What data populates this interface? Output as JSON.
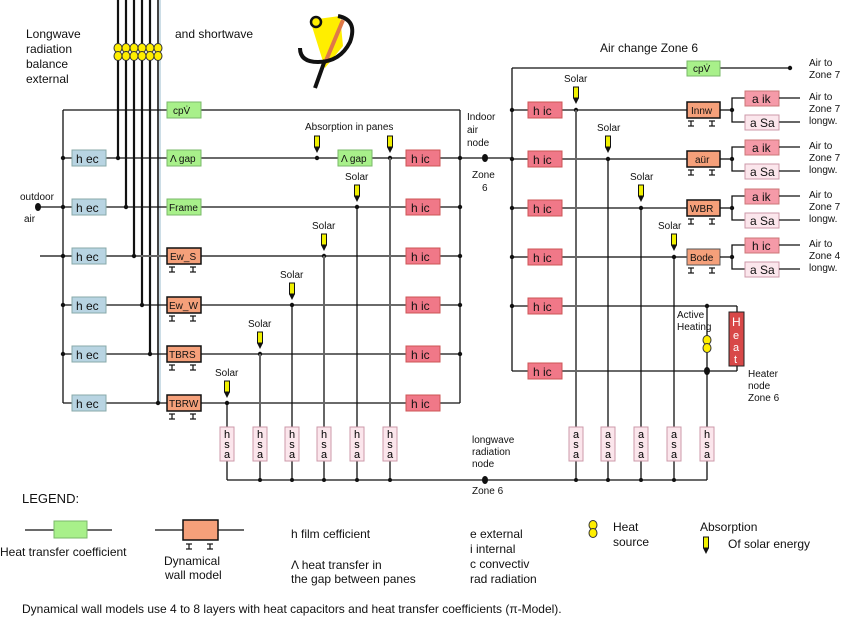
{
  "colors": {
    "heat_transfer_fill": "#a8f08a",
    "heat_transfer_stroke": "#7ab86a",
    "wall_model_fill": "#f5a07a",
    "hec_fill": "#b8d4e2",
    "hic_fill": "#f07888",
    "aik_fill": "#f59aa8",
    "asa_fill": "#fbe6ec",
    "heat_fill": "#d84848",
    "source_fill": "#ffee00",
    "solar_arrow_fill": "#f0f000"
  },
  "header": {
    "longwave_label": [
      "Longwave",
      "radiation",
      "balance",
      "external"
    ],
    "shortwave_label": "and shortwave"
  },
  "left": {
    "outdoor_air": [
      "outdoor",
      "air"
    ],
    "hec_label": "h ec",
    "heat_transfer_boxes": [
      "cpV̇",
      "Λ gap",
      "Frame"
    ],
    "wall_models": [
      "Ew_S",
      "Ew_W",
      "TBRS",
      "TBRW"
    ],
    "absorption_label": "Absorption in panes",
    "gap_inner_label": "Λ gap",
    "hic_label": "h ic",
    "solar_label": "Solar",
    "hsa_label": [
      "h",
      "s",
      "a"
    ]
  },
  "indoor_node": {
    "label": [
      "Indoor",
      "air",
      "node"
    ],
    "zone": [
      "Zone",
      "6"
    ]
  },
  "right": {
    "air_change_title": "Air change Zone 6",
    "cpv_label": "cpV̇",
    "wall_models": [
      "Innw",
      "aür",
      "WBR",
      "Bode"
    ],
    "branch_top": [
      "a ik",
      "a ik",
      "a ik",
      "h ic"
    ],
    "branch_bottom": "a Sa",
    "air_to_zone7": [
      "Air to",
      "Zone 7"
    ],
    "branch_texts": [
      [
        "Air to",
        "Zone 7",
        "longw."
      ],
      [
        "Air to",
        "Zone 7",
        "longw."
      ],
      [
        "Air to",
        "Zone 7",
        "longw."
      ],
      [
        "Air to",
        "Zone 4",
        "longw."
      ]
    ],
    "active_heating": [
      "Active",
      "Heating"
    ],
    "heat_label": [
      "H",
      "e",
      "a",
      "t"
    ],
    "heater_node": [
      "Heater",
      "node",
      "Zone 6"
    ],
    "asa_label": [
      "a",
      "s",
      "a"
    ]
  },
  "radiation_node": {
    "label": [
      "longwave",
      "radiation",
      "node"
    ],
    "zone": "Zone 6"
  },
  "legend": {
    "title": "LEGEND:",
    "heat_transfer": "Heat transfer coefficient",
    "wall_model": [
      "Dynamical",
      "wall model"
    ],
    "h_def": "h    film cefficient",
    "lambda_def": [
      "Λ    heat transfer in",
      "the gap between panes"
    ],
    "e_def": "e    external",
    "i_def": "i     internal",
    "c_def": "c    convectiv",
    "rad_def": "rad radiation",
    "heat_source": [
      "Heat",
      "source"
    ],
    "absorption": [
      "Absorption",
      "Of solar energy"
    ]
  },
  "footer": "Dynamical wall models use 4 to 8 layers with heat capacitors and heat transfer coefficients  (π-Model)."
}
